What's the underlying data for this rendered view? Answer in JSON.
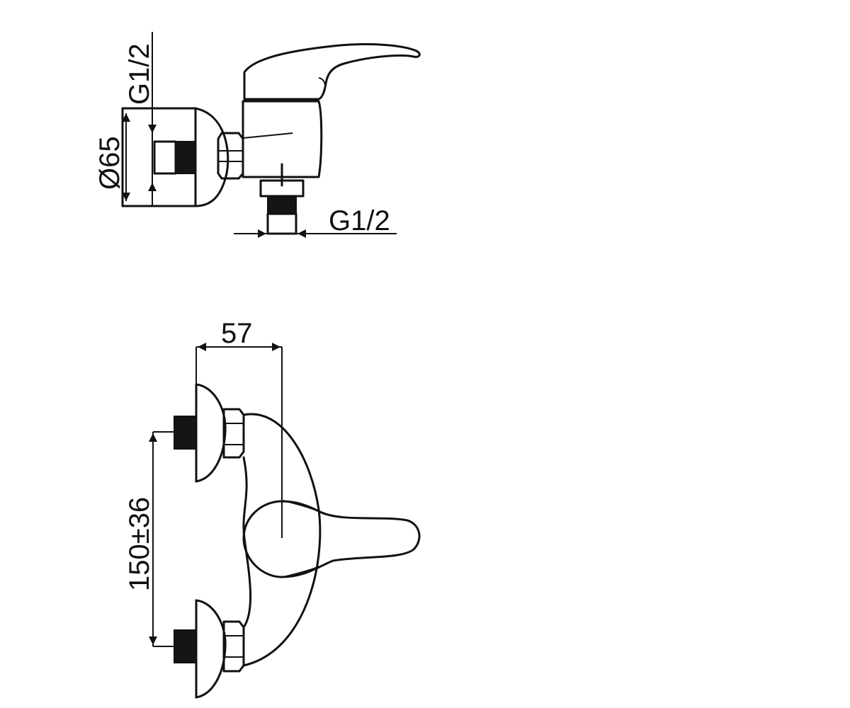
{
  "dimensions": {
    "side_thread_top": "G1/2",
    "side_diameter": "Ø65",
    "side_thread_bottom": "G1/2",
    "front_width": "57",
    "front_center_distance": "150±36"
  },
  "colors": {
    "line": "#111111",
    "fill_dark": "#151515",
    "background": "#ffffff"
  }
}
